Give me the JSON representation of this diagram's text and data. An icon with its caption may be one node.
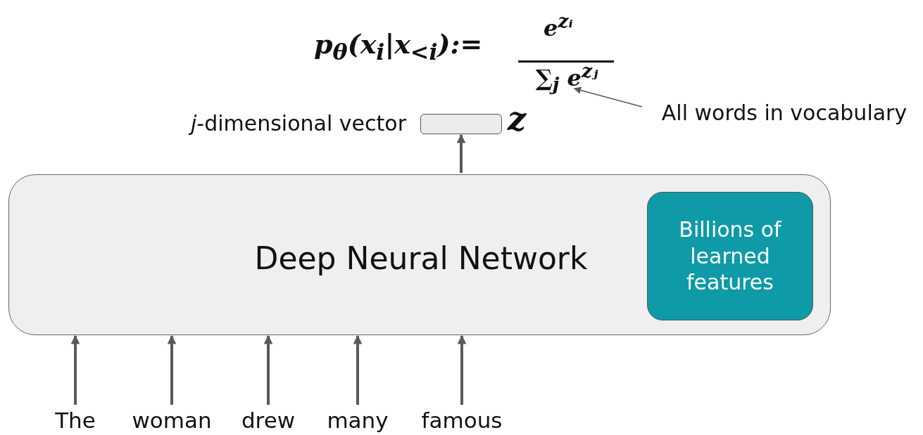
{
  "diagram": {
    "nodes": [
      {
        "text": [
          "Deep Neural Network"
        ]
      },
      {
        "text": [
          "Billions of learned features"
        ],
        "in": 0
      },
      {
        "text": [],
        "shape": "box",
        "beside": [
          "*j*-dimensional vector",
          "z"
        ]
      },
      {
        "text": [
          "The"
        ]
      },
      {
        "text": [
          "woman"
        ]
      },
      {
        "text": [
          "drew"
        ]
      },
      {
        "text": [
          "many"
        ]
      },
      {
        "text": [
          "famous"
        ]
      },
      {
        "text": [
          "All words in vocabulary"
        ]
      },
      {
        "text": [
          "∑$_{j}$ e$^{zⱼ}$"
        ]
      }
    ],
    "edges": [
      {
        "from": 3,
        "to": 0,
        "arrow": "to"
      },
      {
        "from": 4,
        "to": 0,
        "arrow": "to"
      },
      {
        "from": 5,
        "to": 0,
        "arrow": "to"
      },
      {
        "from": 6,
        "to": 0,
        "arrow": "to"
      },
      {
        "from": 7,
        "to": 0,
        "arrow": "to"
      },
      {
        "from": 0,
        "to": 2,
        "arrow": "to"
      },
      {
        "from": 8,
        "to": 9,
        "arrow": "to"
      }
    ],
    "labels": [
      "p$_{θ}$(x$_{i}$|x$_{<i}$):=",
      "e$^{zᵢ}$"
    ]
  }
}
